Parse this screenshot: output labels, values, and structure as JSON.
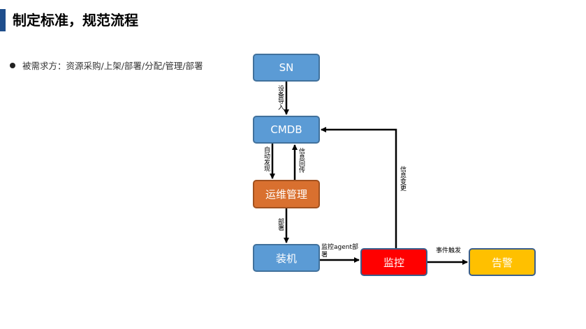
{
  "title": "制定标准，规范流程",
  "bullet": "被需求方：资源采购/上架/部署/分配/管理/部署",
  "nodes": {
    "sn": "SN",
    "cmdb": "CMDB",
    "ops": "运维管理",
    "install": "装机",
    "monitor": "监控",
    "alert": "告警"
  },
  "edges": {
    "import": "设备导入",
    "auto_discover": "自动发现",
    "info_return": "信息回传",
    "deploy": "部署",
    "agent_deploy_line1": "监控agent部",
    "agent_deploy_line2": "署",
    "event_trigger": "事件触发",
    "info_change": "信息变更"
  },
  "colors": {
    "title_accent": "#1f4e8c",
    "blue_node": "#5b9bd5",
    "orange_node": "#d9702f",
    "red_node": "#ff0000",
    "yellow_node": "#ffc000"
  }
}
